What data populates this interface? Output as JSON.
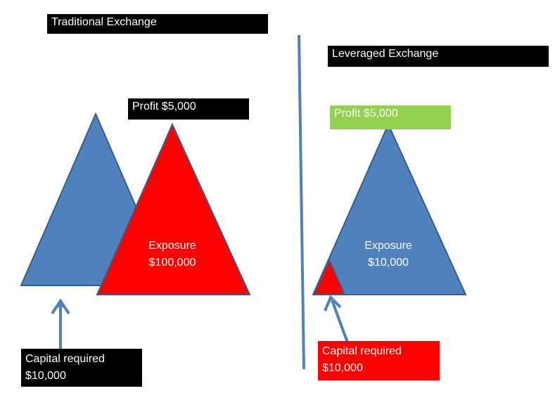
{
  "colors": {
    "blue_fill": "#4f81bd",
    "blue_stroke": "#385d8a",
    "red": "#ff0000",
    "black": "#000000",
    "green": "#92d050",
    "white": "#ffffff"
  },
  "traditional": {
    "title": "Traditional Exchange",
    "profit_label": "Profit $5,000",
    "exposure_label": "Exposure",
    "exposure_value": "$100,000",
    "capital_label": "Capital required",
    "capital_value": "$10,000"
  },
  "leveraged": {
    "title": "Leveraged Exchange",
    "profit_label": "Profit $5,000",
    "exposure_label": "Exposure",
    "exposure_value": "$10,000",
    "capital_label": "Capital required",
    "capital_value": "$10,000"
  }
}
